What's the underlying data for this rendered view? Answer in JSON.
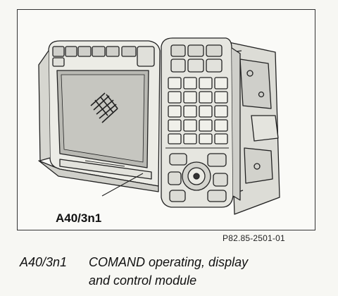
{
  "figure": {
    "component_label": "A40/3n1",
    "reference": "P82.85-2501-01"
  },
  "caption": {
    "code": "A40/3n1",
    "line1": "COMAND operating, display",
    "line2": "and control module"
  },
  "colors": {
    "line": "#222222",
    "fill_light": "#e9e9e4",
    "fill_mid": "#cfcfca",
    "screen": "#b9b9b3"
  }
}
